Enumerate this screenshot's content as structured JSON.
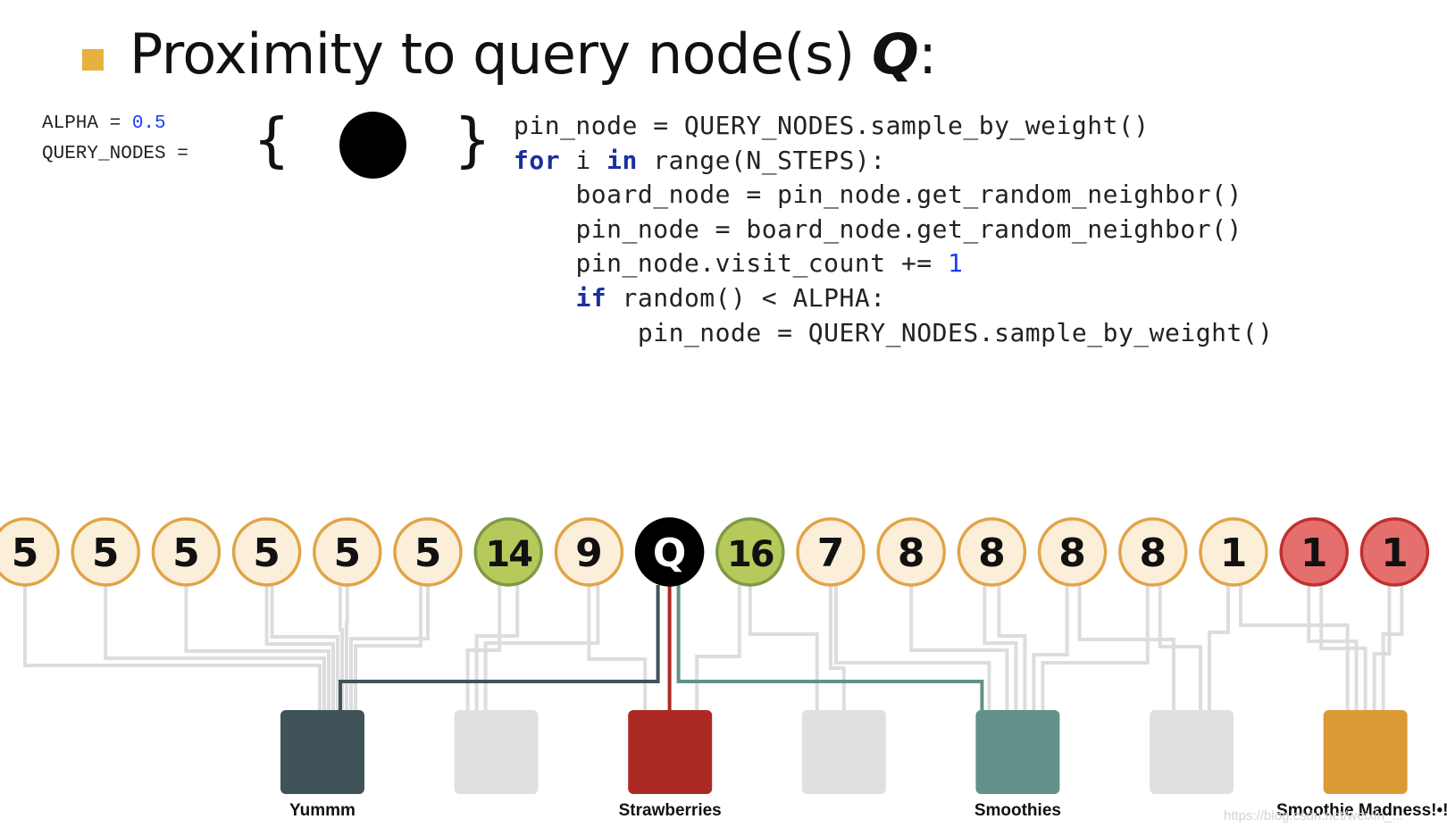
{
  "title": {
    "text": "Proximity to query node(s) ",
    "var": "Q",
    "colon": ":"
  },
  "params": {
    "alpha_name": "ALPHA = ",
    "alpha_value": "0.5",
    "query_nodes_label": "QUERY_NODES =",
    "brace_open": "{",
    "brace_close": "}"
  },
  "code_lines": [
    {
      "indent": "",
      "parts": [
        {
          "t": "pin_node = QUERY_NODES.sample_by_weight()"
        }
      ]
    },
    {
      "indent": "",
      "parts": [
        {
          "t": "for",
          "k": "kw"
        },
        {
          "t": " i "
        },
        {
          "t": "in",
          "k": "kw"
        },
        {
          "t": " range(N_STEPS):"
        }
      ]
    },
    {
      "indent": "    ",
      "parts": [
        {
          "t": "board_node = pin_node.get_random_neighbor()"
        }
      ]
    },
    {
      "indent": "    ",
      "parts": [
        {
          "t": "pin_node = board_node.get_random_neighbor()"
        }
      ]
    },
    {
      "indent": "    ",
      "parts": [
        {
          "t": "pin_node.visit_count += "
        },
        {
          "t": "1",
          "k": "num"
        }
      ]
    },
    {
      "indent": "    ",
      "parts": [
        {
          "t": "if",
          "k": "kw"
        },
        {
          "t": " random() < ALPHA:"
        }
      ]
    },
    {
      "indent": "        ",
      "parts": [
        {
          "t": "pin_node = QUERY_NODES.sample_by_weight()"
        }
      ]
    }
  ],
  "pins": [
    {
      "label": "5",
      "kind": "normal"
    },
    {
      "label": "5",
      "kind": "normal"
    },
    {
      "label": "5",
      "kind": "normal"
    },
    {
      "label": "5",
      "kind": "normal"
    },
    {
      "label": "5",
      "kind": "normal"
    },
    {
      "label": "5",
      "kind": "normal"
    },
    {
      "label": "14",
      "kind": "green"
    },
    {
      "label": "9",
      "kind": "normal"
    },
    {
      "label": "Q",
      "kind": "query"
    },
    {
      "label": "16",
      "kind": "green"
    },
    {
      "label": "7",
      "kind": "normal"
    },
    {
      "label": "8",
      "kind": "normal"
    },
    {
      "label": "8",
      "kind": "normal"
    },
    {
      "label": "8",
      "kind": "normal"
    },
    {
      "label": "8",
      "kind": "normal"
    },
    {
      "label": "1",
      "kind": "normal"
    },
    {
      "label": "1",
      "kind": "red"
    },
    {
      "label": "1",
      "kind": "red"
    }
  ],
  "boards": [
    {
      "label": "Yummm",
      "color": "#3f5359"
    },
    {
      "label": "",
      "color": "#dfe0e2"
    },
    {
      "label": "Strawberries",
      "color": "#ad2a24"
    },
    {
      "label": "",
      "color": "#dfe0e2"
    },
    {
      "label": "Smoothies",
      "color": "#63918a"
    },
    {
      "label": "",
      "color": "#dfe0e2"
    },
    {
      "label": "Smoothie Madness!•!•",
      "color": "#dc9a37"
    }
  ],
  "colors": {
    "pin_normal_fill": "#fcefd9",
    "pin_normal_stroke": "#e0a448",
    "pin_green_fill": "#b6c95b",
    "pin_green_stroke": "#7e9a45",
    "pin_red_fill": "#e56f6d",
    "pin_red_stroke": "#c0302e",
    "pin_query_fill": "#000000",
    "edge_gray": "#dddddd",
    "bullet": "#e8b13e",
    "keyword": "#1b2f9e",
    "number": "#1a3cff"
  },
  "watermark": "https://blog.csdn.net/weixin_..."
}
